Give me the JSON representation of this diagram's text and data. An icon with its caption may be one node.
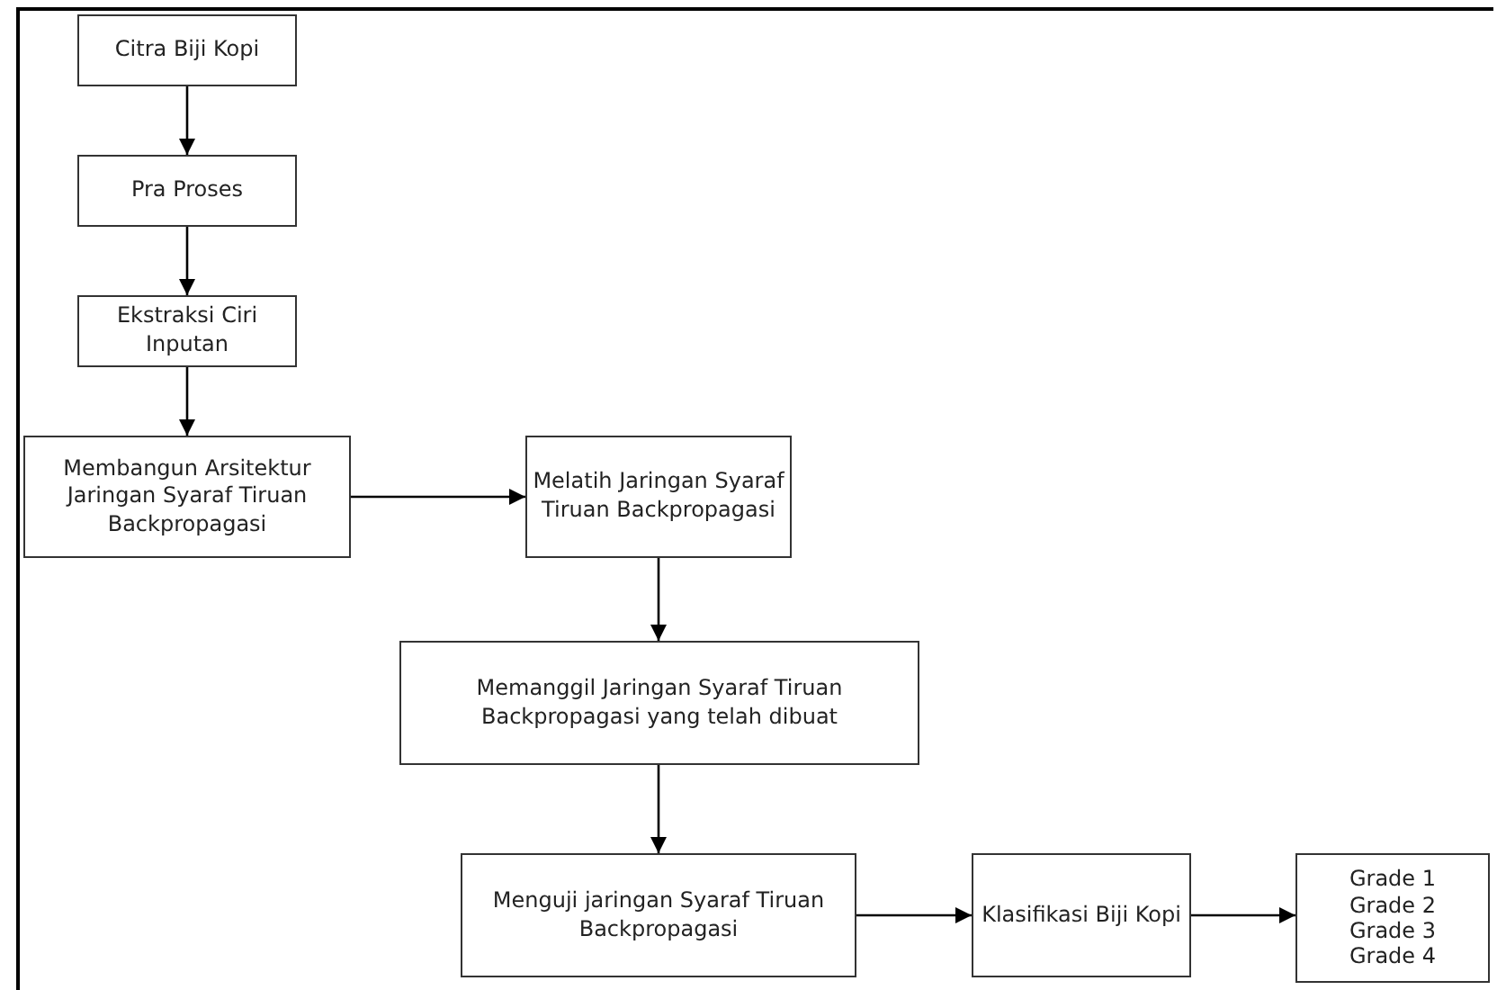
{
  "diagram": {
    "nodes": [
      {
        "text": [
          "Citra Biji Kopi"
        ]
      },
      {
        "text": [
          "Pra Proses"
        ]
      },
      {
        "text": [
          "Ekstraksi Ciri Inputan"
        ]
      },
      {
        "text": [
          "Membangun Arsitektur Jaringan Syaraf Tiruan Backpropagasi"
        ]
      },
      {
        "text": [
          "Melatih Jaringan Syaraf Tiruan Backpropagasi"
        ]
      },
      {
        "text": [
          "Memanggil Jaringan Syaraf Tiruan Backpropagasi yang telah dibuat"
        ]
      },
      {
        "text": [
          "Menguji jaringan Syaraf Tiruan Backpropagasi"
        ]
      },
      {
        "text": [
          "Klasifikasi Biji Kopi"
        ]
      },
      {
        "text": [
          "Grade 1",
          "Grade 2",
          "Grade 3",
          "Grade 4"
        ]
      }
    ],
    "edges": [
      {
        "from": 0,
        "to": 1,
        "arrow": "to"
      },
      {
        "from": 1,
        "to": 2,
        "arrow": "to"
      },
      {
        "from": 2,
        "to": 3,
        "arrow": "to"
      },
      {
        "from": 3,
        "to": 4,
        "arrow": "to"
      },
      {
        "from": 4,
        "to": 5,
        "arrow": "to"
      },
      {
        "from": 5,
        "to": 6,
        "arrow": "to"
      },
      {
        "from": 6,
        "to": 7,
        "arrow": "to"
      },
      {
        "from": 7,
        "to": 8,
        "arrow": "to"
      }
    ]
  }
}
